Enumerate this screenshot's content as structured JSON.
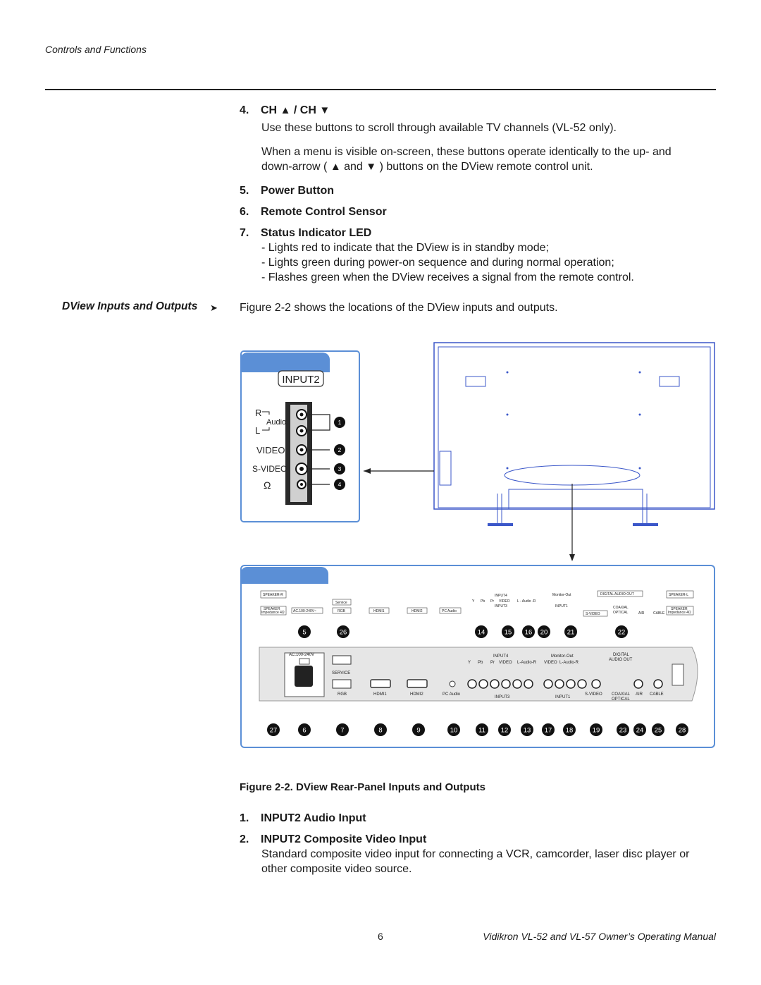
{
  "header": {
    "section": "Controls and Functions"
  },
  "items": [
    {
      "num": "4.",
      "title": "CH",
      "sep": "/ CH",
      "desc": "Use these buttons to scroll through available TV channels (VL-52 only).",
      "desc2": "When a menu is visible on-screen, these buttons operate identically to the up- and",
      "desc3a": "down-arrow (",
      "desc3b": "and",
      "desc3c": ") buttons on the DView remote control unit."
    },
    {
      "num": "5.",
      "title": "Power Button"
    },
    {
      "num": "6.",
      "title": "Remote Control Sensor"
    },
    {
      "num": "7.",
      "title": "Status Indicator LED",
      "lines": [
        "- Lights red to indicate that the DView is in standby mode;",
        "- Lights green during power-on sequence and during normal operation;",
        "- Flashes green when the DView receives a signal from the remote control."
      ]
    }
  ],
  "side_heading": "DView Inputs and Outputs",
  "intro": "Figure 2-2 shows the locations of the DView inputs and outputs.",
  "figure": {
    "inset_title": "INPUT2",
    "inset_labels": {
      "r": "R",
      "audio": "Audio",
      "l": "L",
      "video": "VIDEO",
      "svideo": "S-VIDEO"
    },
    "inset_callouts": [
      "1",
      "2",
      "3",
      "4"
    ],
    "panel_top_labels": {
      "speaker_r": "SPEAKER-R",
      "speaker_imp_l": "SPEAKER",
      "speaker_imp_l2": "Impedance 4Ω",
      "ac": "AC.100-240V~",
      "service": "Service",
      "rgb": "RGB",
      "hdmi1": "HDMI1",
      "hdmi2": "HDMI2",
      "pc_audio": "PC Audio",
      "input4": "INPUT4",
      "input3": "INPUT3",
      "monitor_out": "Monitor-Out",
      "input1": "INPUT1",
      "y": "Y",
      "pb": "Pb",
      "pr": "Pr",
      "video": "VIDEO",
      "l_audio_r": "L - Audio -R",
      "svideo": "S-VIDEO",
      "digital_audio_out": "DIGITAL AUDIO OUT",
      "coaxial": "COAXIAL",
      "optical": "OPTICAL",
      "air": "AIR",
      "cable": "CABLE",
      "speaker_l": "SPEAKER-L",
      "speaker_imp_r": "SPEAKER",
      "speaker_imp_r2": "Impedance 4Ω"
    },
    "panel_bottom_labels": {
      "ac": "AC.100-240V",
      "service": "SERVICE",
      "rgb": "RGB",
      "hdmi1": "HDMI1",
      "hdmi2": "HDMI2",
      "pc_audio": "PC Audio",
      "input4": "INPUT4",
      "input3": "INPUT3",
      "y": "Y",
      "pb": "Pb",
      "pr": "Pr",
      "video": "VIDEO",
      "l_audio_r": "L-Audio-R",
      "monitor_out": "Monitor-Out",
      "video2": "VIDEO",
      "l_audio_r2": "L-Audio-R",
      "input1": "INPUT1",
      "svideo": "S-VIDEO",
      "coaxial": "COAXIAL",
      "optical": "OPTICAL",
      "air": "AIR",
      "cable": "CABLE",
      "digital": "DIGITAL",
      "audio_out": "AUDIO OUT"
    },
    "callouts_top": [
      "5",
      "26",
      "14",
      "15",
      "16",
      "20",
      "21",
      "22"
    ],
    "callouts_bottom": [
      "27",
      "6",
      "7",
      "8",
      "9",
      "10",
      "11",
      "12",
      "13",
      "17",
      "18",
      "19",
      "23",
      "24",
      "25",
      "28"
    ]
  },
  "caption": "Figure 2-2. DView Rear-Panel Inputs and Outputs",
  "items2": [
    {
      "num": "1.",
      "title": "INPUT2 Audio Input"
    },
    {
      "num": "2.",
      "title": "INPUT2 Composite Video Input",
      "desc": "Standard composite video input for connecting a VCR, camcorder, laser disc player or",
      "desc2": "other composite video source."
    }
  ],
  "footer": {
    "page": "6",
    "title": "Vidikron VL-52 and VL-57 Owner’s Operating Manual"
  },
  "colors": {
    "panel_border": "#5b8fd6",
    "tv_outline": "#3b57c9",
    "panel_fill": "#e6e6e6"
  }
}
